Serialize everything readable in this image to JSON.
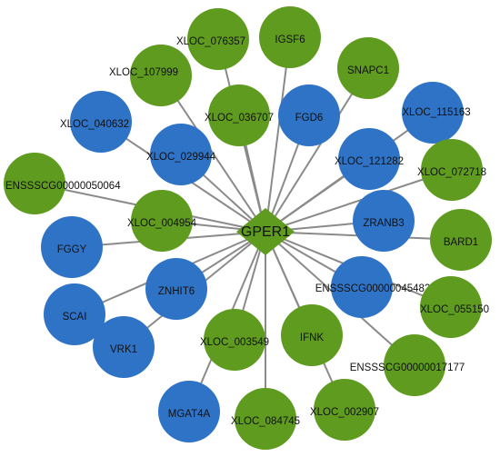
{
  "colors": {
    "green": "#5e9b1e",
    "blue": "#2f73c6",
    "edge": "#8a8a8a"
  },
  "hub": {
    "label": "GPER1",
    "color": "green"
  },
  "nodes": [
    {
      "label": "XLOC_076357",
      "color": "green"
    },
    {
      "label": "IGSF6",
      "color": "green"
    },
    {
      "label": "SNAPC1",
      "color": "green"
    },
    {
      "label": "XLOC_107999",
      "color": "green"
    },
    {
      "label": "XLOC_036707",
      "color": "green"
    },
    {
      "label": "FGD6",
      "color": "blue"
    },
    {
      "label": "XLOC_115163",
      "color": "blue"
    },
    {
      "label": "XLOC_040632",
      "color": "blue"
    },
    {
      "label": "XLOC_029944",
      "color": "blue"
    },
    {
      "label": "XLOC_121282",
      "color": "blue"
    },
    {
      "label": "XLOC_072718",
      "color": "green"
    },
    {
      "label": "ENSSSCG00000050064",
      "color": "green"
    },
    {
      "label": "XLOC_004954",
      "color": "green"
    },
    {
      "label": "ZRANB3",
      "color": "blue"
    },
    {
      "label": "BARD1",
      "color": "green"
    },
    {
      "label": "FGGY",
      "color": "blue"
    },
    {
      "label": "ZNHIT6",
      "color": "blue"
    },
    {
      "label": "ENSSSCG00000045482",
      "color": "blue"
    },
    {
      "label": "SCAI",
      "color": "blue"
    },
    {
      "label": "XLOC_055150",
      "color": "green"
    },
    {
      "label": "XLOC_003549",
      "color": "green"
    },
    {
      "label": "IFNK",
      "color": "green"
    },
    {
      "label": "VRK1",
      "color": "blue"
    },
    {
      "label": "ENSSSCG00000017177",
      "color": "green"
    },
    {
      "label": "MGAT4A",
      "color": "blue"
    },
    {
      "label": "XLOC_084745",
      "color": "green"
    },
    {
      "label": "XLOC_002907",
      "color": "green"
    }
  ]
}
